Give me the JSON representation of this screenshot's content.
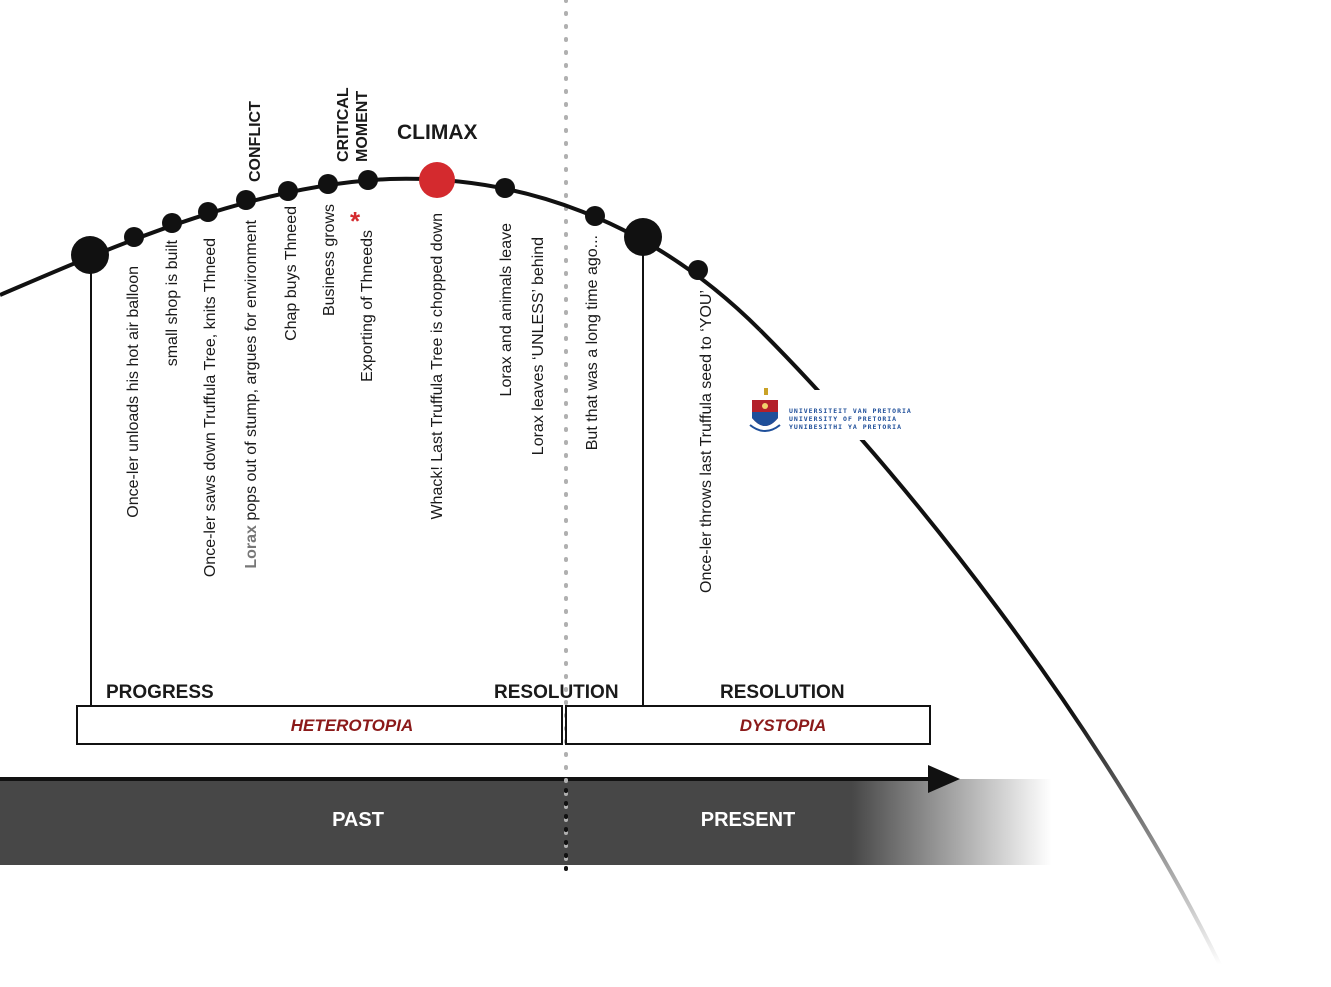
{
  "diagram": {
    "climax_label": "CLIMAX",
    "headers": {
      "conflict": "CONFLICT",
      "critical_line1": "CRITICAL",
      "critical_line2": "MOMENT"
    },
    "events": {
      "e1": "Once-ler unloads his hot air balloon",
      "e2": "small shop is built",
      "e3": "Once-ler  saws down Truffula Tree, knits Thneed",
      "e4_highlight": "Lorax",
      "e4_rest": " pops out of stump, argues for environment",
      "e5": "Chap buys Thneed",
      "e6": "Business grows",
      "e7": "Exporting of Thneeds",
      "e7_mark": "*",
      "e8": "Whack! Last Truffula Tree is chopped down",
      "e9": "Lorax and animals leave",
      "e10": "Lorax leaves ‘UNLESS’ behind",
      "e11": "But that was a long time ago...",
      "e12": "Once-ler throws last Truffula seed to  ‘YOU’"
    },
    "phases": {
      "progress": "PROGRESS",
      "resolution_left": "RESOLUTION",
      "resolution_right": "RESOLUTION"
    },
    "boxes": {
      "left": "HETEROTOPIA",
      "right": "DYSTOPIA"
    },
    "timeline": {
      "past": "PAST",
      "present": "PRESENT"
    },
    "logo": {
      "line1": "UNIVERSITEIT VAN PRETORIA",
      "line2": "UNIVERSITY OF PRETORIA",
      "line3": "YUNIBESITHI YA PRETORIA"
    },
    "colors": {
      "accent_red": "#d42a2e",
      "box_text_red": "#8b1a1a",
      "band_dark": "#474747",
      "curve": "#111111"
    }
  }
}
